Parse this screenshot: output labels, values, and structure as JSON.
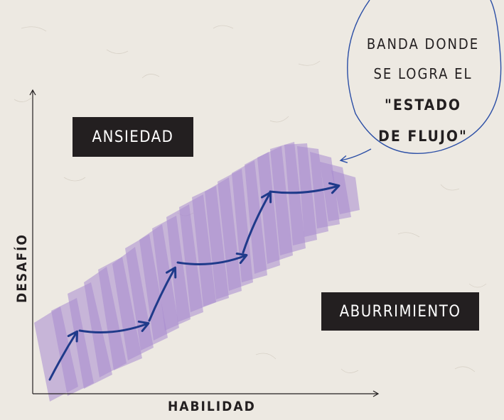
{
  "labels": {
    "ansiedad": "ANSIEDAD",
    "aburrimiento": "ABURRIMIENTO",
    "y_axis": "DESAFÍO",
    "x_axis": "HABILIDAD"
  },
  "callout": {
    "line1": "BANDA DONDE",
    "line2": "SE LOGRA EL",
    "line3": "\"ESTADO",
    "line4": "DE FLUJO\""
  },
  "colors": {
    "background": "#ede9e2",
    "band": "#a78bcf",
    "arrow": "#1f3a8a",
    "label_box": "#231f20",
    "callout_stroke": "#2c4fa6"
  },
  "icons": {
    "callout_bubble": "speech-bubble-icon",
    "flow_path": "stepped-arrow-icon"
  }
}
